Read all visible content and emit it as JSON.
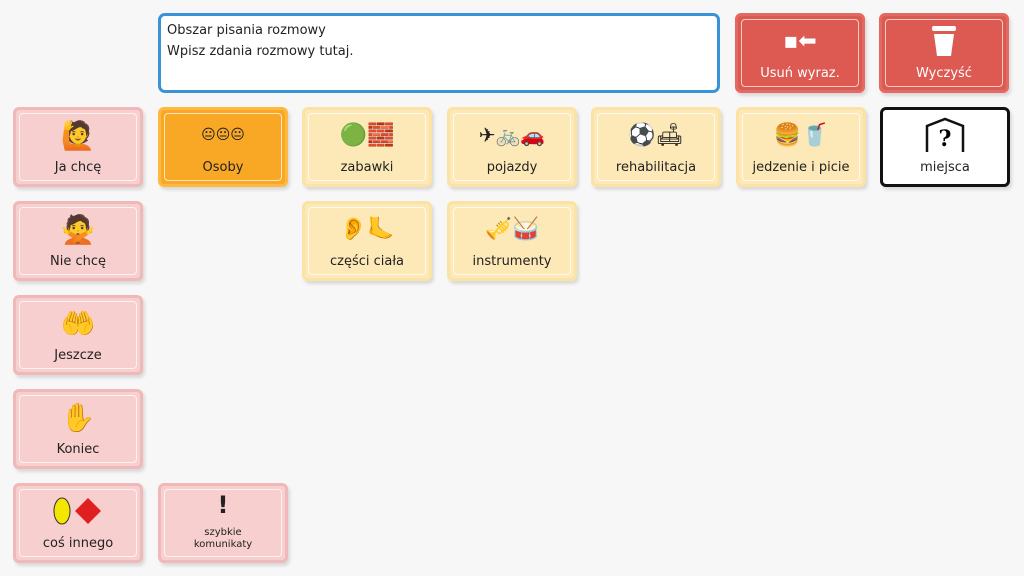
{
  "message_area": {
    "line1": "Obszar pisania rozmowy",
    "line2": "Wpisz zdania rozmowy tutaj."
  },
  "buttons": {
    "delete_word": "Usuń wyraz.",
    "clear": "Wyczyść"
  },
  "left_column": [
    {
      "label": "Ja chcę",
      "icon": "person-waving-icon"
    },
    {
      "label": "Nie chcę",
      "icon": "person-refusing-icon"
    },
    {
      "label": "Jeszcze",
      "icon": "more-hands-icon"
    },
    {
      "label": "Koniec",
      "icon": "stop-hand-icon"
    },
    {
      "label": "coś innego",
      "icon": "shapes-icon"
    }
  ],
  "categories": [
    {
      "label": "Osoby",
      "icon": "people-icon"
    },
    {
      "label": "zabawki",
      "icon": "toys-icon"
    },
    {
      "label": "pojazdy",
      "icon": "vehicles-icon"
    },
    {
      "label": "rehabilitacja",
      "icon": "rehabilitation-icon"
    },
    {
      "label": "jedzenie i picie",
      "icon": "food-drink-icon"
    },
    {
      "label": "miejsca",
      "icon": "places-icon"
    },
    {
      "label": "części ciała",
      "icon": "body-parts-icon"
    },
    {
      "label": "instrumenty",
      "icon": "instruments-icon"
    }
  ],
  "quick": {
    "line1": "szybkie",
    "line2": "komunikaty",
    "icon": "exclamation-icon"
  }
}
